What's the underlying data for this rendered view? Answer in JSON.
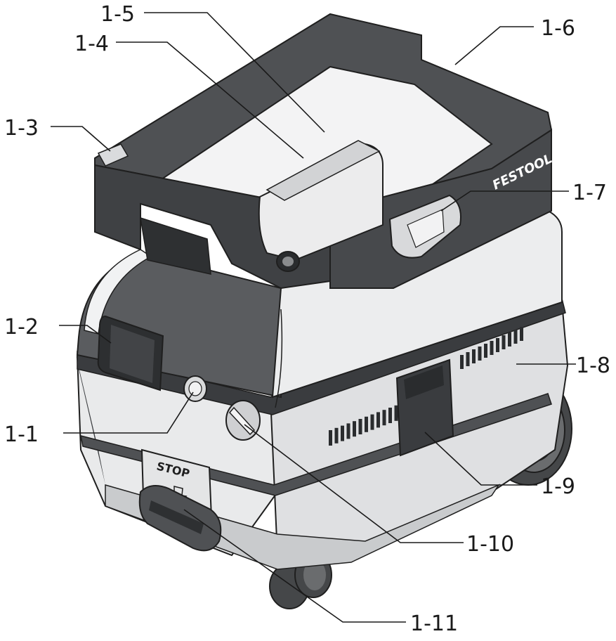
{
  "brand": {
    "logo_text": "FESTOOL"
  },
  "stop_label": "STOP",
  "callouts": [
    {
      "id": "1-1",
      "label": "1-1"
    },
    {
      "id": "1-2",
      "label": "1-2"
    },
    {
      "id": "1-3",
      "label": "1-3"
    },
    {
      "id": "1-4",
      "label": "1-4"
    },
    {
      "id": "1-5",
      "label": "1-5"
    },
    {
      "id": "1-6",
      "label": "1-6"
    },
    {
      "id": "1-7",
      "label": "1-7"
    },
    {
      "id": "1-8",
      "label": "1-8"
    },
    {
      "id": "1-9",
      "label": "1-9"
    },
    {
      "id": "1-10",
      "label": "1-10"
    },
    {
      "id": "1-11",
      "label": "1-11"
    }
  ],
  "colors": {
    "dark_plastic": "#4f5154",
    "dark_plastic_shadow": "#3a3c3f",
    "light_shell": "#e9eaeb",
    "light_shell_shadow": "#c9cbcd",
    "outline": "#1f1f1f",
    "wheel": "#454749"
  }
}
